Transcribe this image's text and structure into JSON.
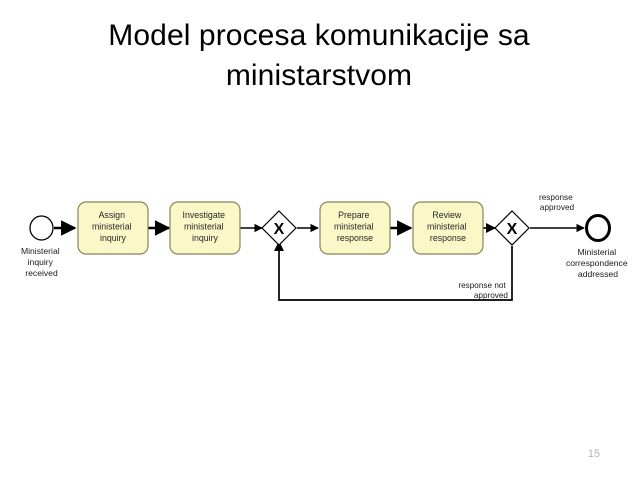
{
  "slide": {
    "title": "Model procesa komunikacije sa ministarstvom",
    "page_number": "15",
    "background_color": "#ffffff",
    "title_color": "#000000",
    "page_number_color": "#b3b3b3"
  },
  "diagram": {
    "type": "bpmn-process",
    "colors": {
      "task_fill": "#fbf8c8",
      "task_stroke": "#8a8259",
      "gateway_fill": "#ffffff",
      "gateway_stroke": "#000000",
      "event_stroke": "#000000",
      "flow_stroke": "#000000"
    },
    "start_event": {
      "name": "start-event",
      "label": "Ministerial inquiry received",
      "label_lines": [
        "Ministerial",
        "inquiry",
        "received"
      ]
    },
    "end_event": {
      "name": "end-event",
      "label": "Ministerial correspondence addressed",
      "label_lines": [
        "Ministerial",
        "correspondence",
        "addressed"
      ]
    },
    "tasks": [
      {
        "id": "assign-ministerial-inquiry",
        "label": "Assign ministerial inquiry",
        "label_lines": [
          "Assign",
          "ministerial",
          "inquiry"
        ]
      },
      {
        "id": "investigate-ministerial-inquiry",
        "label": "Investigate ministerial inquiry",
        "label_lines": [
          "Investigate",
          "ministerial",
          "inquiry"
        ]
      },
      {
        "id": "prepare-ministerial-response",
        "label": "Prepare ministerial response",
        "label_lines": [
          "Prepare",
          "ministerial",
          "response"
        ]
      },
      {
        "id": "review-ministerial-response",
        "label": "Review ministerial response",
        "label_lines": [
          "Review",
          "ministerial",
          "response"
        ]
      }
    ],
    "gateways": [
      {
        "id": "gateway-merge",
        "symbol": "X",
        "kind": "exclusive"
      },
      {
        "id": "gateway-decision",
        "symbol": "X",
        "kind": "exclusive"
      }
    ],
    "flow_labels": [
      {
        "id": "response-approved",
        "label": "response approved",
        "label_lines": [
          "response",
          "approved"
        ]
      },
      {
        "id": "response-not-approved",
        "label": "response not approved",
        "label_lines": [
          "response not",
          "approved"
        ]
      }
    ]
  }
}
